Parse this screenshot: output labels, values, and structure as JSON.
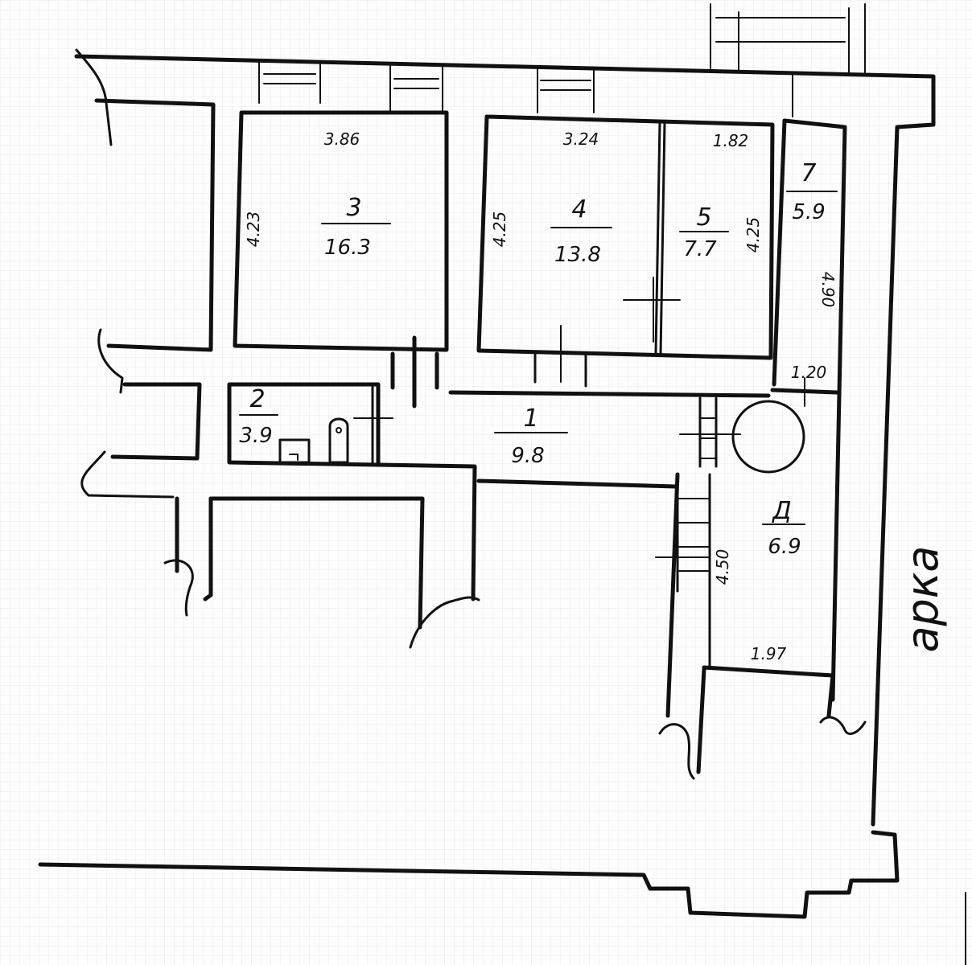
{
  "rooms": [
    {
      "number": "3",
      "area": "16.3",
      "width": "3.86",
      "height": "4.23"
    },
    {
      "number": "4",
      "area": "13.8",
      "width": "3.24",
      "height": "4.25"
    },
    {
      "number": "5",
      "area": "7.7",
      "width": "1.82",
      "height": "4.25"
    },
    {
      "number": "7",
      "area": "5.9",
      "height": "4.90"
    },
    {
      "number": "2",
      "area": "3.9"
    },
    {
      "number": "1",
      "area": "9.8"
    },
    {
      "number": "Д",
      "area": "6.9",
      "width": "1.97",
      "height": "4.50"
    }
  ],
  "dimensions": {
    "corridor_width": "1.20"
  },
  "labels": {
    "arch": "арка"
  }
}
